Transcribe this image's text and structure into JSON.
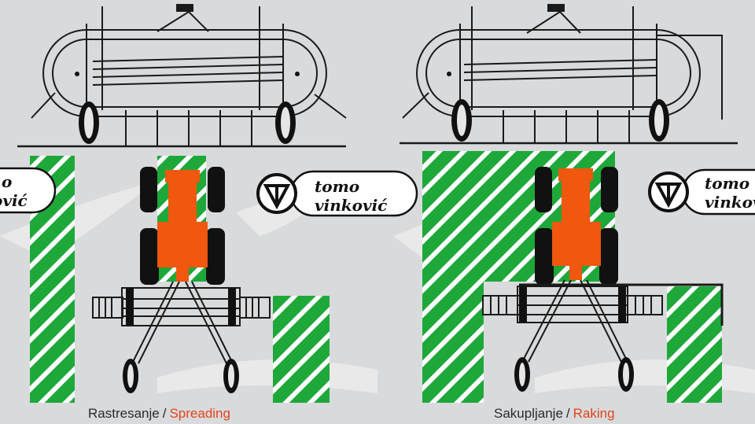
{
  "brand": {
    "line1": "tomo",
    "line2": "vinković",
    "crop_left_line1": "o",
    "crop_left_line2": "ović",
    "crop_right_line1": "tomo",
    "crop_right_line2": "vinkov"
  },
  "panels": [
    {
      "local": "Rastresanje",
      "english": "Spreading"
    },
    {
      "local": "Sakupljanje",
      "english": "Raking"
    }
  ],
  "separator": "/",
  "colors": {
    "background": "#d9dadc",
    "hatch": "#1fa83a",
    "tractor": "#f0570f",
    "tire": "#111111",
    "line": "#1a1a1a",
    "english_label": "#e0451a"
  }
}
